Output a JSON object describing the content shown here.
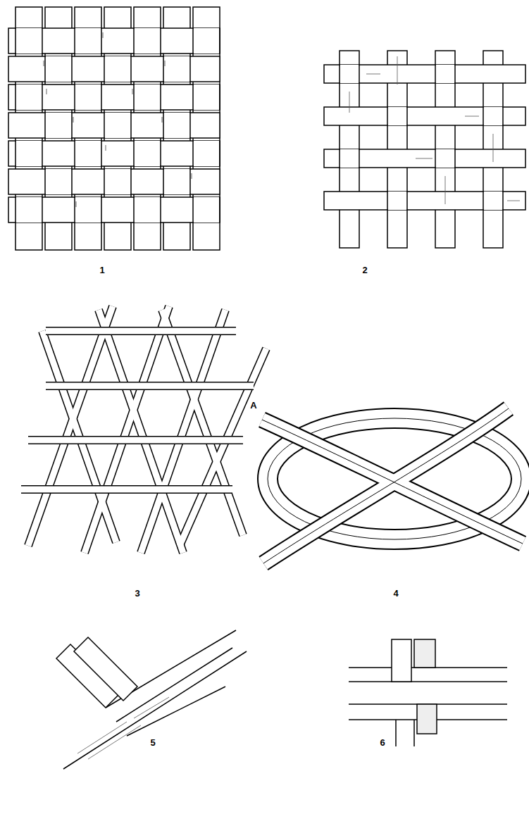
{
  "diagram": {
    "labels": [
      "1",
      "2",
      "A",
      "3",
      "4",
      "5",
      "6"
    ]
  }
}
